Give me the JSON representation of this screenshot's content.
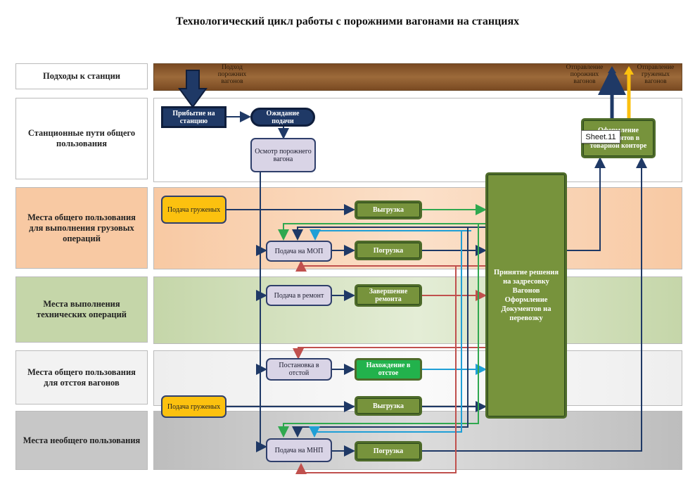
{
  "title": "Технологический цикл работы с порожними вагонами на станциях",
  "lanes": [
    {
      "label": "Подходы к станции"
    },
    {
      "label": "Станционные пути общего пользования"
    },
    {
      "label": "Места общего пользования для выполнения грузовых операций"
    },
    {
      "label": "Места выполнения технических операций"
    },
    {
      "label": "Места общего пользования для отстоя вагонов"
    },
    {
      "label": "Места необщего пользования"
    }
  ],
  "nodes": {
    "podkhod": "Подход порожних вагонов",
    "otpr_porozh": "Отправление порожних вагонов",
    "otpr_gruzh": "Отправление груженых вагонов",
    "pribytie": "Прибытие на станцию",
    "ozhidanie": "Ожидание подачи",
    "osmotr": "Осмотр порожнего вагона",
    "oformlenie": "Оформление документов в товарной конторе",
    "podacha_gruzh_1": "Подача груженых",
    "vygruzka_1": "Выгрузка",
    "podacha_mop": "Подача на МОП",
    "pogruzka_1": "Погрузка",
    "podacha_remont": "Подача в ремонт",
    "zavershenie": "Завершение ремонта",
    "postanovka": "Постановка в отстой",
    "nakhozhdenie": "Нахождение в отстое",
    "podacha_gruzh_2": "Подача груженых",
    "vygruzka_2": "Выгрузка",
    "podacha_mnp": "Подача на МНП",
    "pogruzka_2": "Погрузка",
    "prinyatie": "Принятие решения на задресовку Вагонов Оформление Документов на перевозку"
  },
  "tooltip": "Sheet.11",
  "colors": {
    "approach": "#8b5a2b",
    "lane_orange": "#f8c9a3",
    "lane_green": "#c5d6a9",
    "lane_gray": "#c7c7c7",
    "navy": "#1f3966",
    "green_edge": "#2fa84f",
    "red_edge": "#c0504d",
    "cyan_edge": "#1f9fd6",
    "yellow": "#fcc10f"
  }
}
